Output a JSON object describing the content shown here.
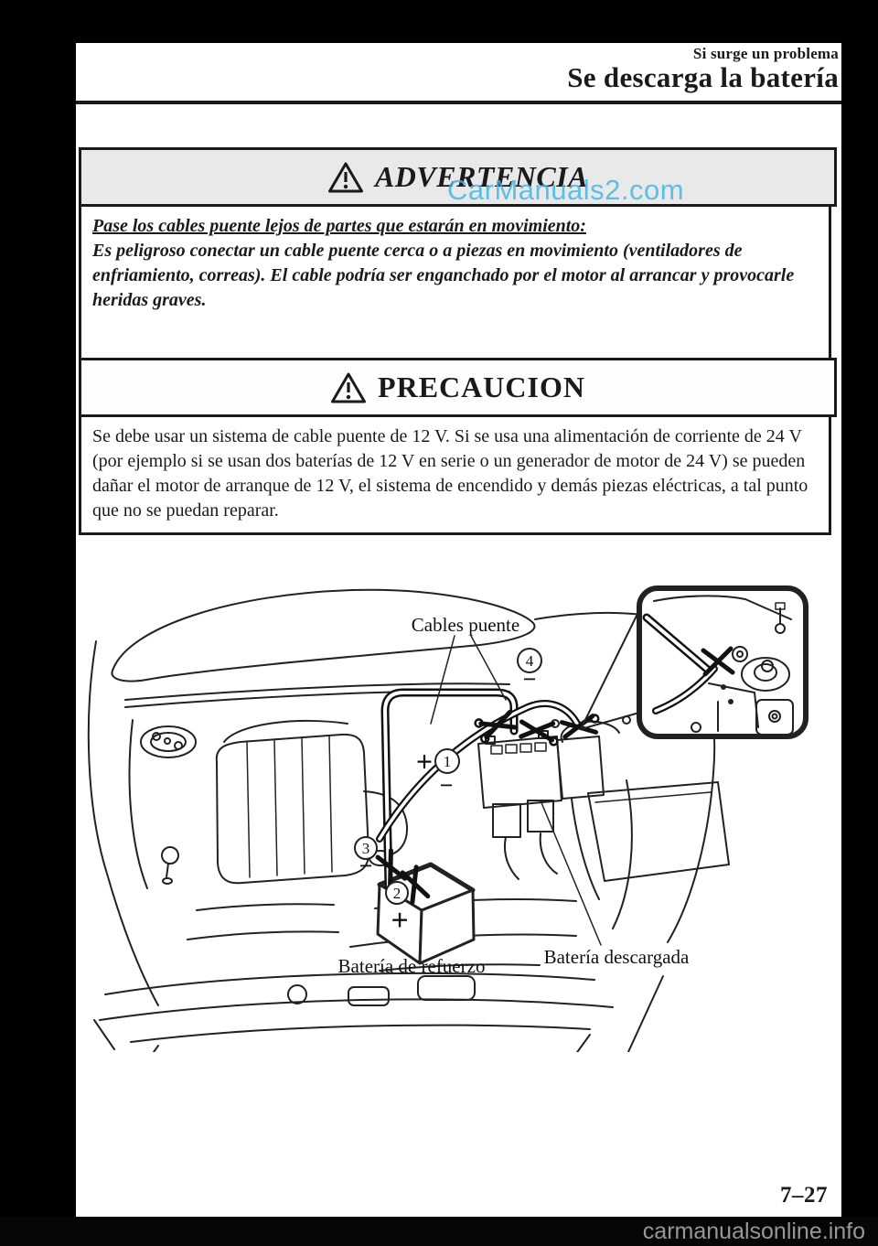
{
  "header": {
    "section": "Si surge un problema",
    "title": "Se descarga la batería"
  },
  "warning": {
    "label": "ADVERTENCIA",
    "heading": "Pase los cables puente lejos de partes que estarán en movimiento:",
    "body": "Es peligroso conectar un cable puente cerca o a piezas en movimiento (ventiladores de enfriamiento, correas). El cable podría ser enganchado por el motor al arrancar y provocarle heridas graves."
  },
  "caution": {
    "label": "PRECAUCION",
    "body": "Se debe usar un sistema de cable puente de 12 V. Si se usa una alimentación de corriente de 24 V (por ejemplo si se usan dos baterías de 12 V en serie o un generador de motor de 24 V) se pueden dañar el motor de arranque de 12 V, el sistema de encendido y demás piezas eléctricas, a tal punto que no se puedan reparar."
  },
  "diagram": {
    "labels": {
      "cables": "Cables puente",
      "booster": "Batería de refuerzo",
      "discharged": "Batería descargada"
    },
    "markers": {
      "n1": "1",
      "n2": "2",
      "n3": "3",
      "n4": "4"
    },
    "plus": "+",
    "minus": "−"
  },
  "footer": {
    "page_number": "7–27"
  },
  "watermarks": {
    "overlay": "CarManuals2.com",
    "bottom_bar": "carmanualsonline.info"
  },
  "colors": {
    "ink": "#1a1a1a",
    "warning_box_bg": "#e9e9e9",
    "watermark_blue": "#3fb5e8",
    "footer_bar_bg": "#060606"
  }
}
